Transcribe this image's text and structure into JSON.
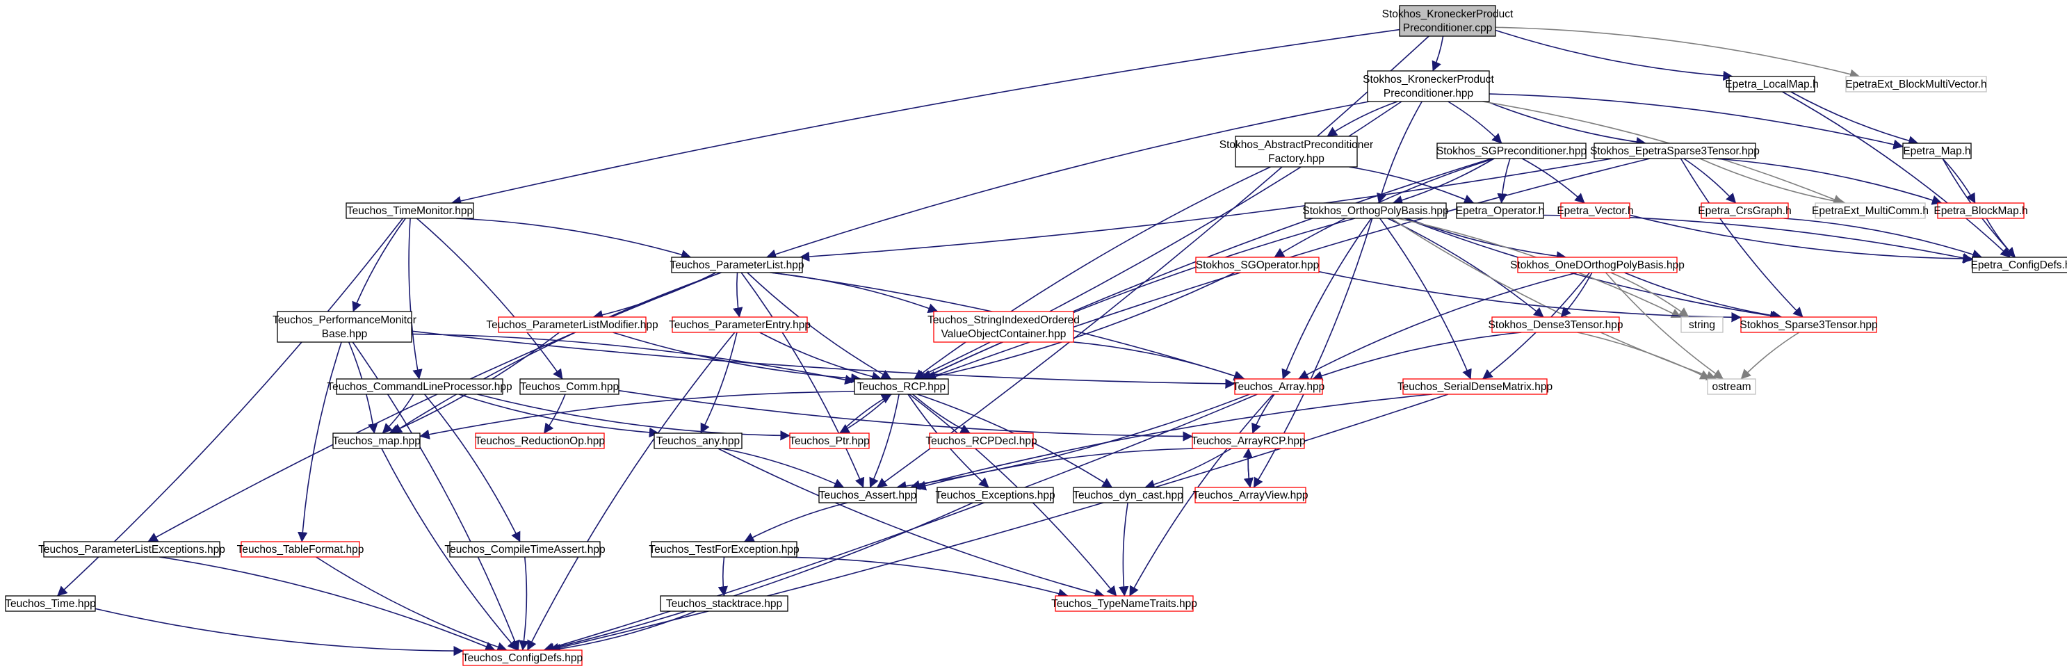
{
  "colors": {
    "node_border_normal": "#000000",
    "node_border_linked": "#ff0000",
    "node_border_external": "#bfbfbf",
    "node_fill_root": "#bfbfbf",
    "node_fill": "#ffffff",
    "edge_color": "#191970",
    "edge_color_external": "#7f7f7f"
  },
  "nodes": [
    {
      "id": "root",
      "lines": [
        "Stokhos_KroneckerProduct",
        "Preconditioner.cpp"
      ],
      "style": "root"
    },
    {
      "id": "kp_hpp",
      "lines": [
        "Stokhos_KroneckerProduct",
        "Preconditioner.hpp"
      ],
      "style": "normal"
    },
    {
      "id": "local_map",
      "lines": [
        "Epetra_LocalMap.h"
      ],
      "style": "normal"
    },
    {
      "id": "blockmv",
      "lines": [
        "EpetraExt_BlockMultiVector.h"
      ],
      "style": "external"
    },
    {
      "id": "abs_prec",
      "lines": [
        "Stokhos_AbstractPreconditioner",
        "Factory.hpp"
      ],
      "style": "normal"
    },
    {
      "id": "sgprec",
      "lines": [
        "Stokhos_SGPreconditioner.hpp"
      ],
      "style": "normal"
    },
    {
      "id": "sparse3",
      "lines": [
        "Stokhos_EpetraSparse3Tensor.hpp"
      ],
      "style": "normal"
    },
    {
      "id": "epetra_map",
      "lines": [
        "Epetra_Map.h"
      ],
      "style": "normal"
    },
    {
      "id": "timemon",
      "lines": [
        "Teuchos_TimeMonitor.hpp"
      ],
      "style": "normal"
    },
    {
      "id": "orthopoly",
      "lines": [
        "Stokhos_OrthogPolyBasis.hpp"
      ],
      "style": "normal"
    },
    {
      "id": "epetra_op",
      "lines": [
        "Epetra_Operator.h"
      ],
      "style": "normal"
    },
    {
      "id": "epetra_vec",
      "lines": [
        "Epetra_Vector.h"
      ],
      "style": "linked"
    },
    {
      "id": "crsgraph",
      "lines": [
        "Epetra_CrsGraph.h"
      ],
      "style": "linked"
    },
    {
      "id": "multicomm",
      "lines": [
        "EpetraExt_MultiComm.h"
      ],
      "style": "external"
    },
    {
      "id": "blockmap",
      "lines": [
        "Epetra_BlockMap.h"
      ],
      "style": "linked"
    },
    {
      "id": "paramlist",
      "lines": [
        "Teuchos_ParameterList.hpp"
      ],
      "style": "normal"
    },
    {
      "id": "sgop",
      "lines": [
        "Stokhos_SGOperator.hpp"
      ],
      "style": "linked"
    },
    {
      "id": "oned",
      "lines": [
        "Stokhos_OneDOrthogPolyBasis.hpp"
      ],
      "style": "linked"
    },
    {
      "id": "configdefs_h",
      "lines": [
        "Epetra_ConfigDefs.h"
      ],
      "style": "normal"
    },
    {
      "id": "perfmon",
      "lines": [
        "Teuchos_PerformanceMonitor",
        "Base.hpp"
      ],
      "style": "normal"
    },
    {
      "id": "plmod",
      "lines": [
        "Teuchos_ParameterListModifier.hpp"
      ],
      "style": "linked"
    },
    {
      "id": "pentry",
      "lines": [
        "Teuchos_ParameterEntry.hpp"
      ],
      "style": "linked"
    },
    {
      "id": "strindexed",
      "lines": [
        "Teuchos_StringIndexedOrdered",
        "ValueObjectContainer.hpp"
      ],
      "style": "linked"
    },
    {
      "id": "string",
      "lines": [
        "string"
      ],
      "style": "external"
    },
    {
      "id": "dense3",
      "lines": [
        "Stokhos_Dense3Tensor.hpp"
      ],
      "style": "linked"
    },
    {
      "id": "sparse3t",
      "lines": [
        "Stokhos_Sparse3Tensor.hpp"
      ],
      "style": "linked"
    },
    {
      "id": "clp",
      "lines": [
        "Teuchos_CommandLineProcessor.hpp"
      ],
      "style": "normal"
    },
    {
      "id": "comm",
      "lines": [
        "Teuchos_Comm.hpp"
      ],
      "style": "normal"
    },
    {
      "id": "rcp",
      "lines": [
        "Teuchos_RCP.hpp"
      ],
      "style": "normal"
    },
    {
      "id": "array",
      "lines": [
        "Teuchos_Array.hpp"
      ],
      "style": "linked"
    },
    {
      "id": "serialdense",
      "lines": [
        "Teuchos_SerialDenseMatrix.hpp"
      ],
      "style": "linked"
    },
    {
      "id": "ostream",
      "lines": [
        "ostream"
      ],
      "style": "external"
    },
    {
      "id": "map",
      "lines": [
        "Teuchos_map.hpp"
      ],
      "style": "normal"
    },
    {
      "id": "reductionop",
      "lines": [
        "Teuchos_ReductionOp.hpp"
      ],
      "style": "linked"
    },
    {
      "id": "any",
      "lines": [
        "Teuchos_any.hpp"
      ],
      "style": "normal"
    },
    {
      "id": "ptr",
      "lines": [
        "Teuchos_Ptr.hpp"
      ],
      "style": "linked"
    },
    {
      "id": "rcpdecl",
      "lines": [
        "Teuchos_RCPDecl.hpp"
      ],
      "style": "linked"
    },
    {
      "id": "arrayrcp",
      "lines": [
        "Teuchos_ArrayRCP.hpp"
      ],
      "style": "linked"
    },
    {
      "id": "assert",
      "lines": [
        "Teuchos_Assert.hpp"
      ],
      "style": "normal"
    },
    {
      "id": "exceptions",
      "lines": [
        "Teuchos_Exceptions.hpp"
      ],
      "style": "normal"
    },
    {
      "id": "dyncast",
      "lines": [
        "Teuchos_dyn_cast.hpp"
      ],
      "style": "normal"
    },
    {
      "id": "arrayview",
      "lines": [
        "Teuchos_ArrayView.hpp"
      ],
      "style": "linked"
    },
    {
      "id": "plexc",
      "lines": [
        "Teuchos_ParameterListExceptions.hpp"
      ],
      "style": "normal"
    },
    {
      "id": "tableformat",
      "lines": [
        "Teuchos_TableFormat.hpp"
      ],
      "style": "linked"
    },
    {
      "id": "compiletime",
      "lines": [
        "Teuchos_CompileTimeAssert.hpp"
      ],
      "style": "normal"
    },
    {
      "id": "testforexc",
      "lines": [
        "Teuchos_TestForException.hpp"
      ],
      "style": "normal"
    },
    {
      "id": "time",
      "lines": [
        "Teuchos_Time.hpp"
      ],
      "style": "normal"
    },
    {
      "id": "stacktrace",
      "lines": [
        "Teuchos_stacktrace.hpp"
      ],
      "style": "normal"
    },
    {
      "id": "typename",
      "lines": [
        "Teuchos_TypeNameTraits.hpp"
      ],
      "style": "linked"
    },
    {
      "id": "configdefs_hpp",
      "lines": [
        "Teuchos_ConfigDefs.hpp"
      ],
      "style": "linked"
    }
  ],
  "edges": [
    [
      "root",
      "kp_hpp"
    ],
    [
      "root",
      "local_map"
    ],
    [
      "root",
      "blockmv"
    ],
    [
      "root",
      "timemon"
    ],
    [
      "root",
      "assert"
    ],
    [
      "kp_hpp",
      "abs_prec"
    ],
    [
      "kp_hpp",
      "sgprec"
    ],
    [
      "kp_hpp",
      "sparse3"
    ],
    [
      "kp_hpp",
      "epetra_map"
    ],
    [
      "kp_hpp",
      "paramlist"
    ],
    [
      "kp_hpp",
      "rcp"
    ],
    [
      "kp_hpp",
      "orthopoly"
    ],
    [
      "kp_hpp",
      "multicomm"
    ],
    [
      "local_map",
      "epetra_map"
    ],
    [
      "local_map",
      "configdefs_h"
    ],
    [
      "abs_prec",
      "rcp"
    ],
    [
      "abs_prec",
      "epetra_op"
    ],
    [
      "sgprec",
      "epetra_op"
    ],
    [
      "sgprec",
      "epetra_vec"
    ],
    [
      "sgprec",
      "sgop"
    ],
    [
      "sgprec",
      "orthopoly"
    ],
    [
      "sgprec",
      "rcp"
    ],
    [
      "sparse3",
      "crsgraph"
    ],
    [
      "sparse3",
      "multicomm"
    ],
    [
      "sparse3",
      "blockmap"
    ],
    [
      "sparse3",
      "sparse3t"
    ],
    [
      "sparse3",
      "paramlist"
    ],
    [
      "sparse3",
      "rcp"
    ],
    [
      "epetra_map",
      "blockmap"
    ],
    [
      "epetra_map",
      "configdefs_h"
    ],
    [
      "timemon",
      "paramlist"
    ],
    [
      "timemon",
      "perfmon"
    ],
    [
      "timemon",
      "comm"
    ],
    [
      "timemon",
      "clp"
    ],
    [
      "timemon",
      "time"
    ],
    [
      "orthopoly",
      "oned"
    ],
    [
      "orthopoly",
      "dense3"
    ],
    [
      "orthopoly",
      "sparse3t"
    ],
    [
      "orthopoly",
      "serialdense"
    ],
    [
      "orthopoly",
      "array"
    ],
    [
      "orthopoly",
      "arrayview"
    ],
    [
      "orthopoly",
      "rcp"
    ],
    [
      "orthopoly",
      "string"
    ],
    [
      "orthopoly",
      "ostream"
    ],
    [
      "epetra_op",
      "configdefs_h"
    ],
    [
      "epetra_vec",
      "configdefs_h"
    ],
    [
      "crsgraph",
      "configdefs_h"
    ],
    [
      "blockmap",
      "configdefs_h"
    ],
    [
      "paramlist",
      "plmod"
    ],
    [
      "paramlist",
      "pentry"
    ],
    [
      "paramlist",
      "strindexed"
    ],
    [
      "paramlist",
      "rcp"
    ],
    [
      "paramlist",
      "array"
    ],
    [
      "paramlist",
      "map"
    ],
    [
      "paramlist",
      "assert"
    ],
    [
      "paramlist",
      "plexc"
    ],
    [
      "sgop",
      "rcp"
    ],
    [
      "sgop",
      "sparse3t"
    ],
    [
      "oned",
      "dense3"
    ],
    [
      "oned",
      "sparse3t"
    ],
    [
      "oned",
      "serialdense"
    ],
    [
      "oned",
      "array"
    ],
    [
      "oned",
      "string"
    ],
    [
      "oned",
      "ostream"
    ],
    [
      "perfmon",
      "rcp"
    ],
    [
      "perfmon",
      "array"
    ],
    [
      "perfmon",
      "map"
    ],
    [
      "perfmon",
      "tableformat"
    ],
    [
      "perfmon",
      "configdefs_hpp"
    ],
    [
      "plmod",
      "rcp"
    ],
    [
      "plmod",
      "map"
    ],
    [
      "pentry",
      "rcp"
    ],
    [
      "pentry",
      "any"
    ],
    [
      "pentry",
      "configdefs_hpp"
    ],
    [
      "strindexed",
      "array"
    ],
    [
      "dense3",
      "array"
    ],
    [
      "dense3",
      "ostream"
    ],
    [
      "sparse3t",
      "ostream"
    ],
    [
      "clp",
      "map"
    ],
    [
      "clp",
      "any"
    ],
    [
      "clp",
      "compiletime"
    ],
    [
      "clp",
      "ptr"
    ],
    [
      "comm",
      "reductionop"
    ],
    [
      "comm",
      "arrayrcp"
    ],
    [
      "rcp",
      "ptr"
    ],
    [
      "rcp",
      "rcpdecl"
    ],
    [
      "rcp",
      "assert"
    ],
    [
      "rcp",
      "exceptions"
    ],
    [
      "rcp",
      "dyncast"
    ],
    [
      "rcp",
      "map"
    ],
    [
      "rcp",
      "typename"
    ],
    [
      "array",
      "arrayrcp"
    ],
    [
      "array",
      "assert"
    ],
    [
      "array",
      "typename"
    ],
    [
      "array",
      "configdefs_hpp"
    ],
    [
      "serialdense",
      "assert"
    ],
    [
      "serialdense",
      "configdefs_hpp"
    ],
    [
      "map",
      "configdefs_hpp"
    ],
    [
      "any",
      "assert"
    ],
    [
      "any",
      "typename"
    ],
    [
      "ptr",
      "rcp"
    ],
    [
      "arrayrcp",
      "arrayview"
    ],
    [
      "arrayrcp",
      "dyncast"
    ],
    [
      "arrayrcp",
      "assert"
    ],
    [
      "arrayview",
      "arrayrcp"
    ],
    [
      "assert",
      "testforexc"
    ],
    [
      "exceptions",
      "configdefs_hpp"
    ],
    [
      "dyncast",
      "typename"
    ],
    [
      "plexc",
      "configdefs_hpp"
    ],
    [
      "tableformat",
      "configdefs_hpp"
    ],
    [
      "compiletime",
      "configdefs_hpp"
    ],
    [
      "testforexc",
      "stacktrace"
    ],
    [
      "testforexc",
      "typename"
    ],
    [
      "time",
      "configdefs_hpp"
    ],
    [
      "stacktrace",
      "configdefs_hpp"
    ]
  ]
}
